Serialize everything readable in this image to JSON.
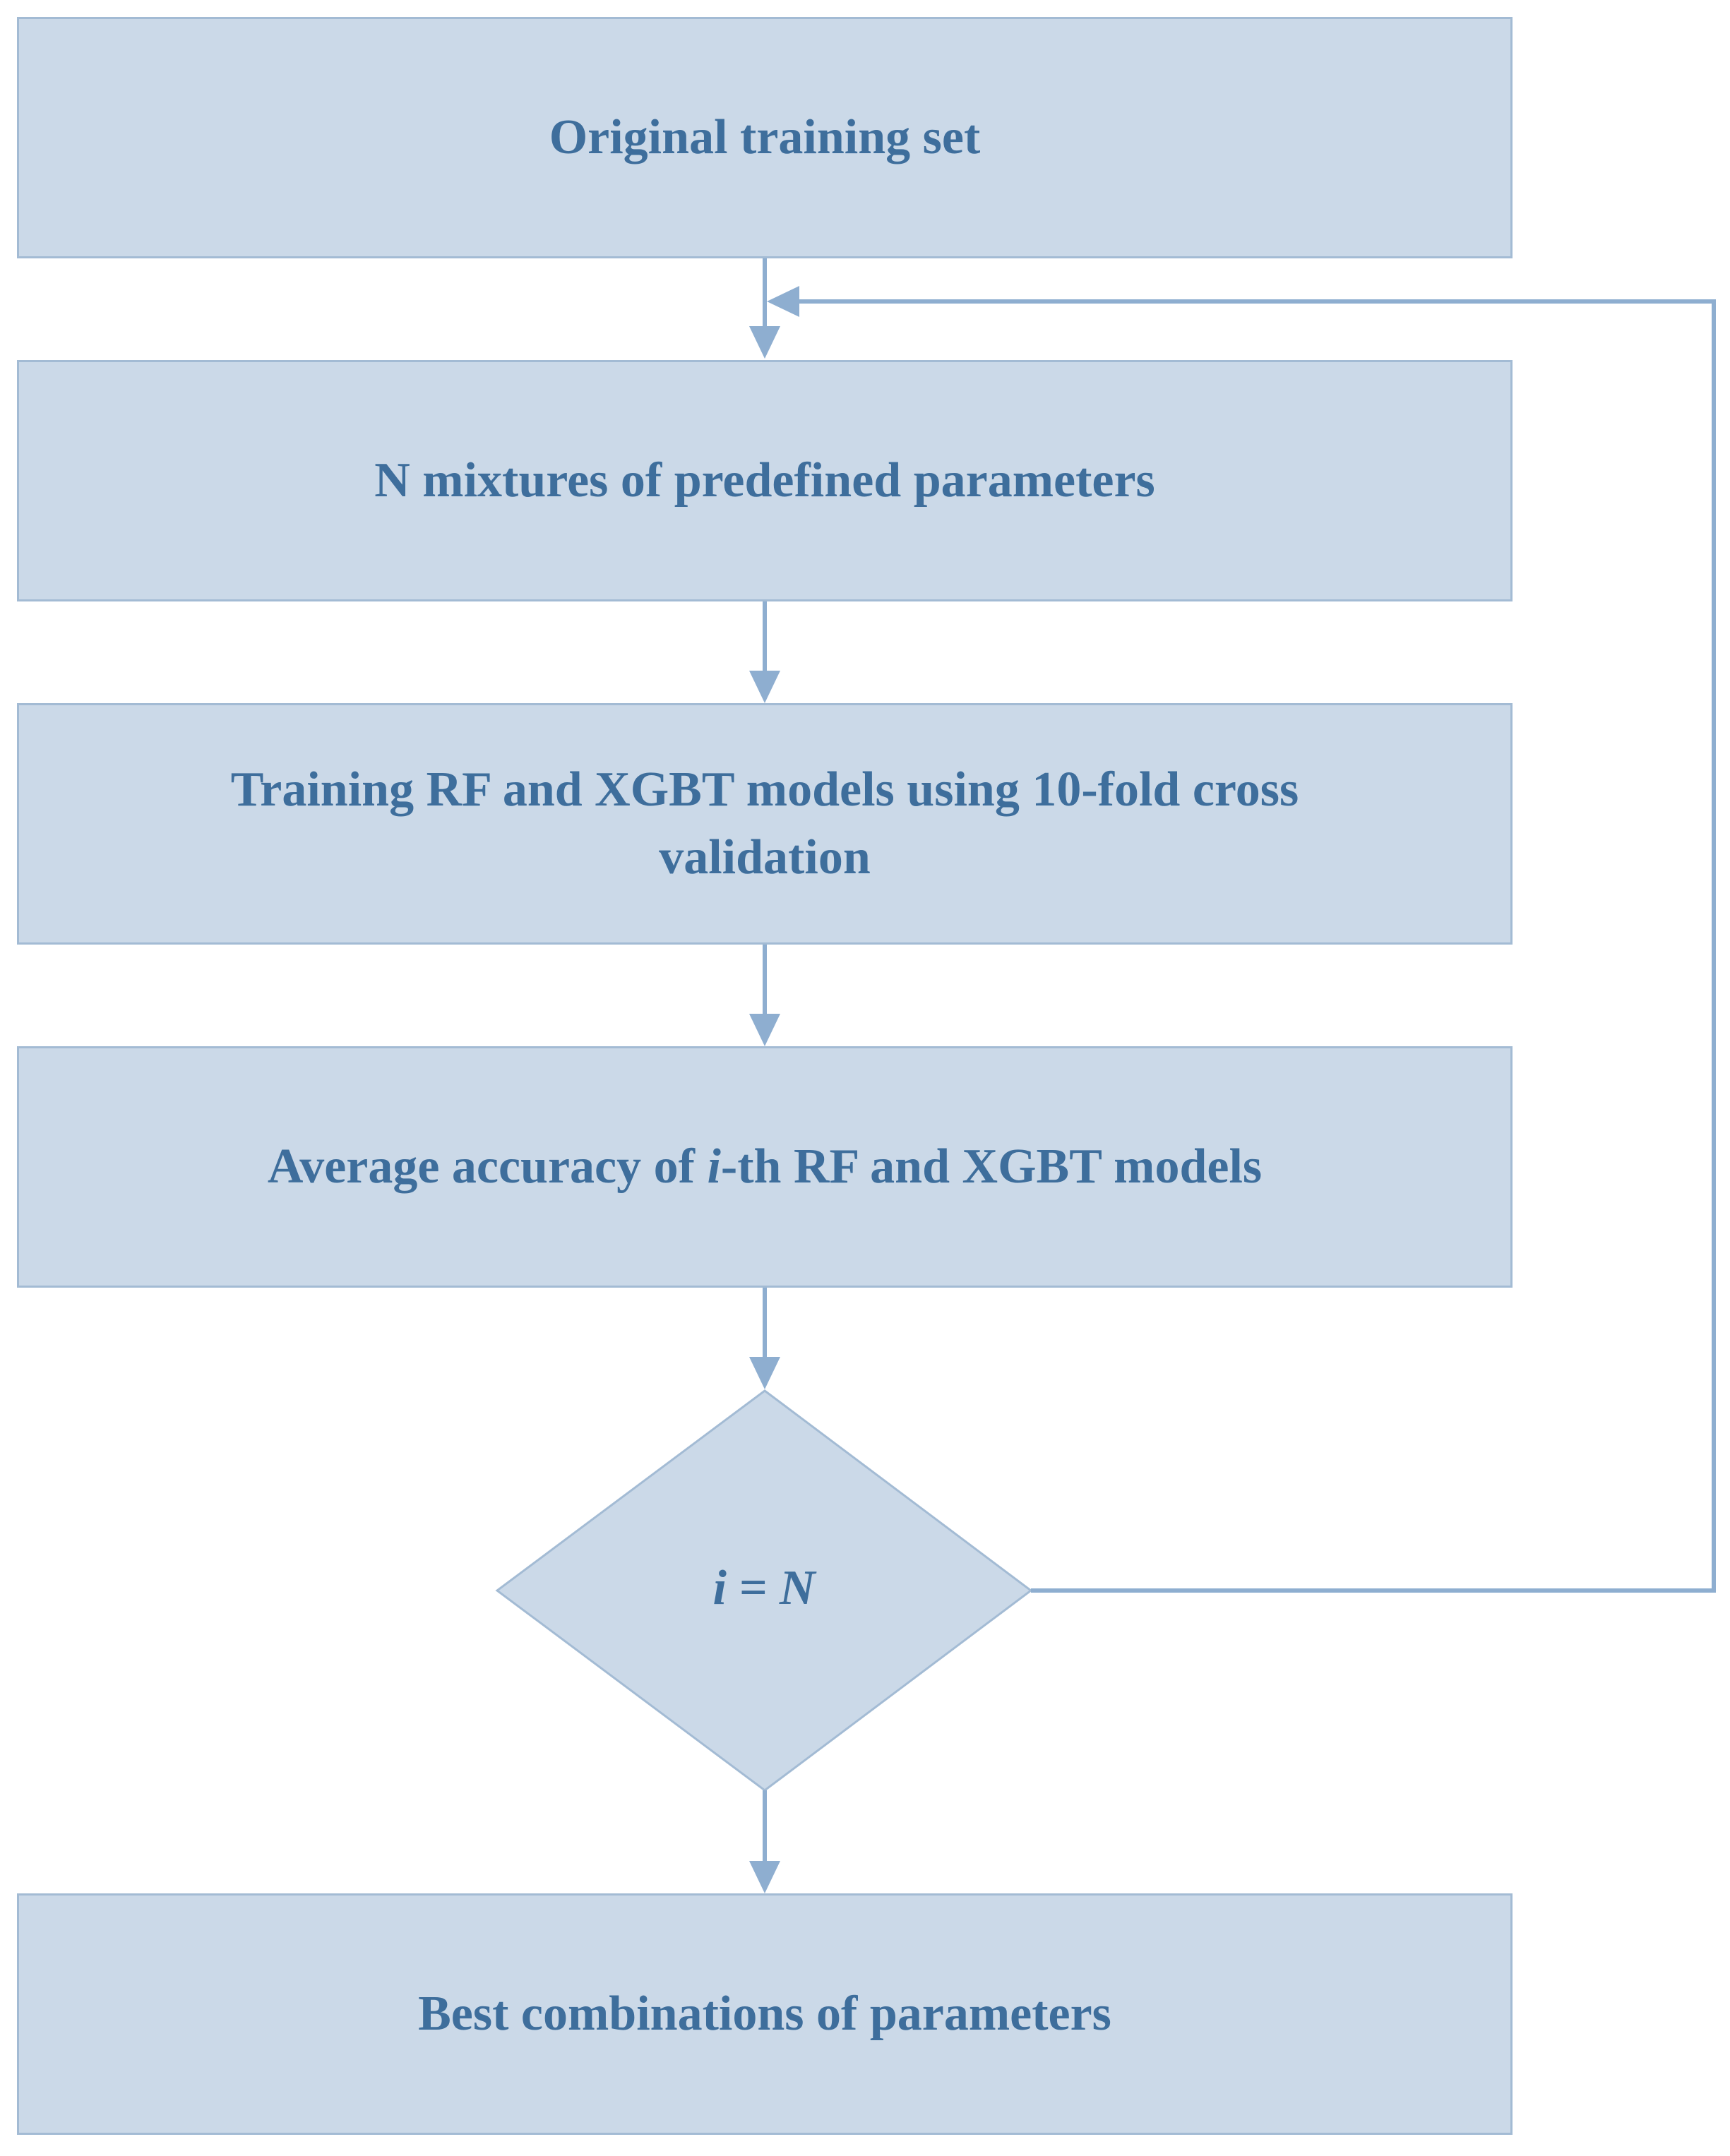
{
  "nodes": {
    "original_training_set": "Original training set",
    "n_mixtures": "N mixtures of predefined parameters",
    "training_models": "Training RF and XGBT models using 10-fold cross validation",
    "average_accuracy": {
      "prefix": "Average accuracy of ",
      "italic": "i",
      "suffix": "-th RF and XGBT models"
    },
    "decision": "i = N",
    "best_combinations": "Best combinations of parameters"
  },
  "colors": {
    "box_fill": "#cbd9e8",
    "box_border": "#a3bbd4",
    "text": "#3e6e9c",
    "connector": "#8eaed0"
  }
}
